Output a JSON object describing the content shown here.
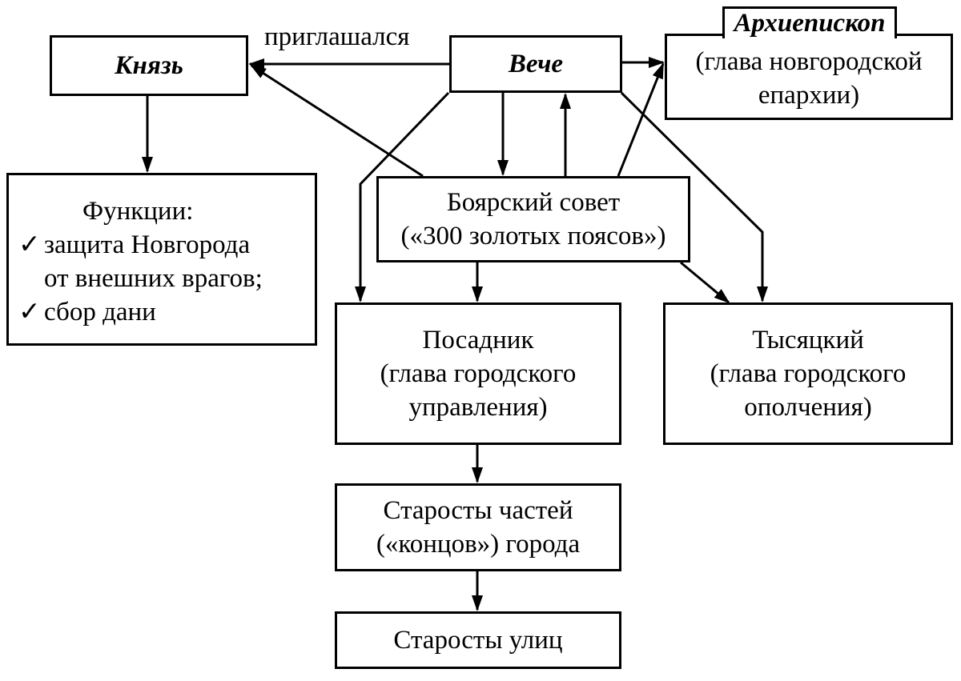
{
  "diagram": {
    "knyaz": {
      "title": "Князь"
    },
    "veche": {
      "title": "Вече"
    },
    "invited_label": "приглашался",
    "archbishop": {
      "title": "Архиепископ",
      "line1": "(глава новгородской",
      "line2": "епархии)"
    },
    "functions": {
      "title": "Функции:",
      "check": "✓",
      "item1_line1": "защита Новгорода",
      "item1_line2": "от внешних врагов;",
      "item2": "сбор дани"
    },
    "boyar_council": {
      "line1": "Боярский совет",
      "line2": "(«300 золотых поясов»)"
    },
    "posadnik": {
      "title": "Посадник",
      "line1": "(глава городского",
      "line2": "управления)"
    },
    "tysyatsky": {
      "title": "Тысяцкий",
      "line1": "(глава городского",
      "line2": "ополчения)"
    },
    "konets_elders": {
      "line1": "Старосты частей",
      "line2": "(«концов») города"
    },
    "street_elders": {
      "title": "Старосты улиц"
    }
  }
}
